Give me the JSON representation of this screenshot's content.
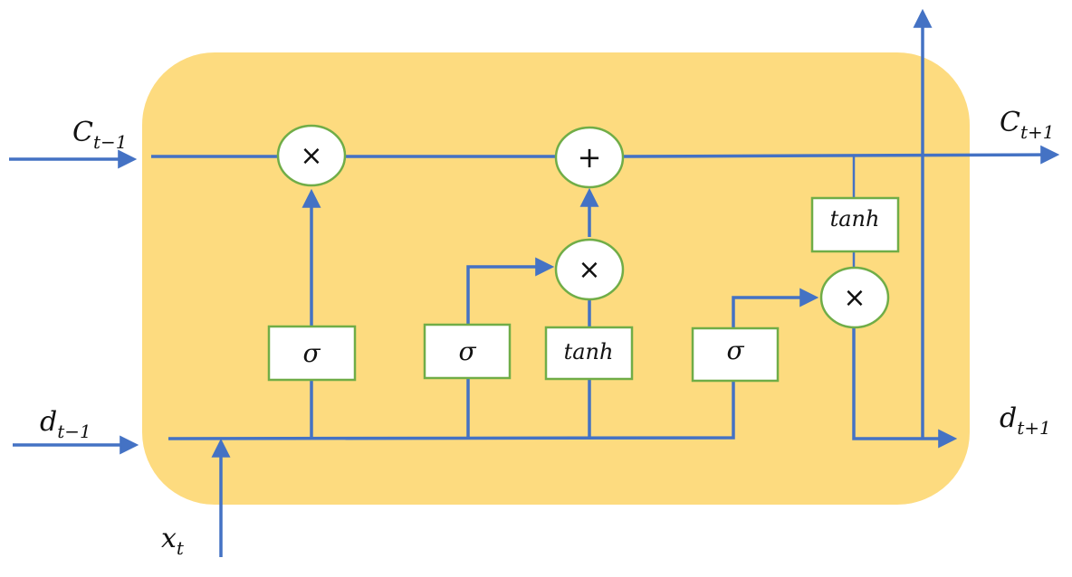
{
  "colors": {
    "cell_fill": "#FDDB7F",
    "line": "#4472C4",
    "node_border": "#70AD47",
    "node_fill": "#FFFFFF",
    "text": "#111111"
  },
  "labels": {
    "c_prev_base": "C",
    "c_prev_sub": "t−1",
    "c_next_base": "C",
    "c_next_sub": "t+1",
    "d_prev_base": "d",
    "d_prev_sub": "t−1",
    "d_next_base": "d",
    "d_next_sub": "t+1",
    "x_base": "x",
    "x_sub": "t"
  },
  "operators": {
    "multiply": "×",
    "add": "+"
  },
  "gates": {
    "sigma": "σ",
    "tanh": "tanh"
  }
}
